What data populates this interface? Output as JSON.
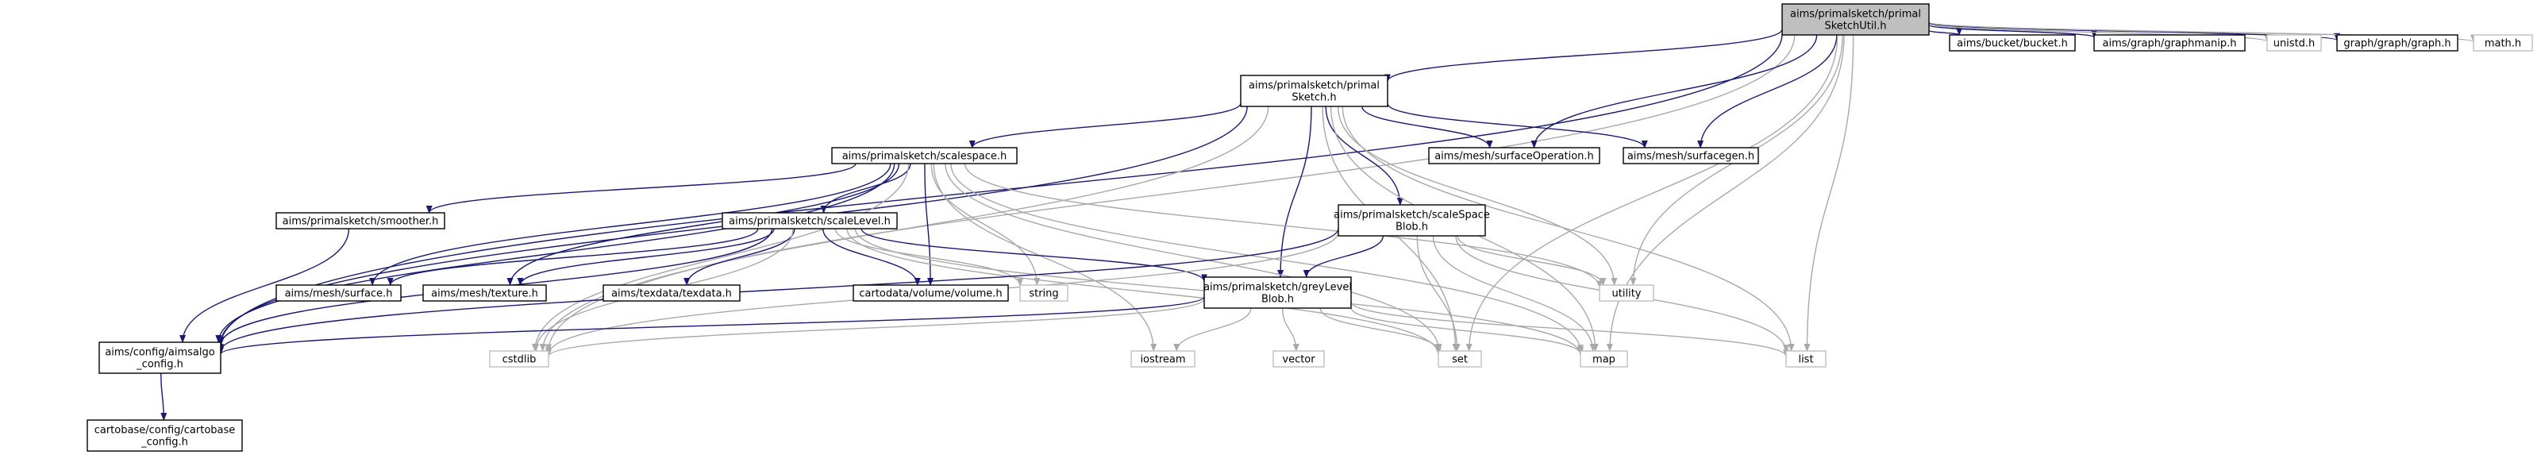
{
  "colors": {
    "edge": "#191970",
    "edge_system": "#a9a9a9",
    "node_border": "#000000",
    "node_system_border": "#bfbfbf",
    "node_root_fill": "#bfbfbf",
    "node_fill": "#ffffff",
    "text_system": "#666666"
  },
  "nodes": [
    {
      "id": "root",
      "lines": [
        "aims/primalsketch/primal",
        "SketchUtil.h"
      ],
      "kind": "root"
    },
    {
      "id": "primalsketch",
      "lines": [
        "aims/primalsketch/primal",
        "Sketch.h"
      ],
      "kind": "local"
    },
    {
      "id": "scalespace",
      "lines": [
        "aims/primalsketch/scalespace.h"
      ],
      "kind": "local"
    },
    {
      "id": "scalespaceblob",
      "lines": [
        "aims/primalsketch/scaleSpace",
        "Blob.h"
      ],
      "kind": "local"
    },
    {
      "id": "scalelevel",
      "lines": [
        "aims/primalsketch/scaleLevel.h"
      ],
      "kind": "local"
    },
    {
      "id": "smoother",
      "lines": [
        "aims/primalsketch/smoother.h"
      ],
      "kind": "local"
    },
    {
      "id": "greylevelblob",
      "lines": [
        "aims/primalsketch/greyLevel",
        "Blob.h"
      ],
      "kind": "local"
    },
    {
      "id": "aimsalgo_config",
      "lines": [
        "aims/config/aimsalgo",
        "_config.h"
      ],
      "kind": "local"
    },
    {
      "id": "cartobase_config",
      "lines": [
        "cartobase/config/cartobase",
        "_config.h"
      ],
      "kind": "local"
    },
    {
      "id": "surface",
      "lines": [
        "aims/mesh/surface.h"
      ],
      "kind": "local"
    },
    {
      "id": "texture",
      "lines": [
        "aims/mesh/texture.h"
      ],
      "kind": "local"
    },
    {
      "id": "texdata",
      "lines": [
        "aims/texdata/texdata.h"
      ],
      "kind": "local"
    },
    {
      "id": "volume",
      "lines": [
        "cartodata/volume/volume.h"
      ],
      "kind": "local"
    },
    {
      "id": "surfaceoperation",
      "lines": [
        "aims/mesh/surfaceOperation.h"
      ],
      "kind": "local"
    },
    {
      "id": "surfacegen",
      "lines": [
        "aims/mesh/surfacegen.h"
      ],
      "kind": "local"
    },
    {
      "id": "bucket",
      "lines": [
        "aims/bucket/bucket.h"
      ],
      "kind": "local"
    },
    {
      "id": "graphmanip",
      "lines": [
        "aims/graph/graphmanip.h"
      ],
      "kind": "local"
    },
    {
      "id": "graph",
      "lines": [
        "graph/graph/graph.h"
      ],
      "kind": "local"
    },
    {
      "id": "unistd",
      "lines": [
        "unistd.h"
      ],
      "kind": "system"
    },
    {
      "id": "math",
      "lines": [
        "math.h"
      ],
      "kind": "system"
    },
    {
      "id": "string",
      "lines": [
        "string"
      ],
      "kind": "system"
    },
    {
      "id": "utility",
      "lines": [
        "utility"
      ],
      "kind": "system"
    },
    {
      "id": "cstdlib",
      "lines": [
        "cstdlib"
      ],
      "kind": "system"
    },
    {
      "id": "iostream",
      "lines": [
        "iostream"
      ],
      "kind": "system"
    },
    {
      "id": "vector",
      "lines": [
        "vector"
      ],
      "kind": "system"
    },
    {
      "id": "set",
      "lines": [
        "set"
      ],
      "kind": "system"
    },
    {
      "id": "map",
      "lines": [
        "map"
      ],
      "kind": "system"
    },
    {
      "id": "list",
      "lines": [
        "list"
      ],
      "kind": "system"
    }
  ],
  "edges": [
    [
      "root",
      "primalsketch"
    ],
    [
      "root",
      "aimsalgo_config"
    ],
    [
      "root",
      "cstdlib"
    ],
    [
      "root",
      "surfaceoperation"
    ],
    [
      "root",
      "surfacegen"
    ],
    [
      "root",
      "bucket"
    ],
    [
      "root",
      "graphmanip"
    ],
    [
      "root",
      "unistd"
    ],
    [
      "root",
      "graph"
    ],
    [
      "root",
      "math"
    ],
    [
      "root",
      "utility"
    ],
    [
      "root",
      "set"
    ],
    [
      "root",
      "map"
    ],
    [
      "root",
      "list"
    ],
    [
      "primalsketch",
      "scalespace"
    ],
    [
      "primalsketch",
      "aimsalgo_config"
    ],
    [
      "primalsketch",
      "cstdlib"
    ],
    [
      "primalsketch",
      "surfaceoperation"
    ],
    [
      "primalsketch",
      "surfacegen"
    ],
    [
      "primalsketch",
      "scalespaceblob"
    ],
    [
      "primalsketch",
      "greylevelblob"
    ],
    [
      "primalsketch",
      "set"
    ],
    [
      "primalsketch",
      "map"
    ],
    [
      "primalsketch",
      "list"
    ],
    [
      "primalsketch",
      "utility"
    ],
    [
      "scalespace",
      "smoother"
    ],
    [
      "scalespace",
      "scalelevel"
    ],
    [
      "scalespace",
      "aimsalgo_config"
    ],
    [
      "scalespace",
      "surface"
    ],
    [
      "scalespace",
      "texture"
    ],
    [
      "scalespace",
      "volume"
    ],
    [
      "scalespace",
      "string"
    ],
    [
      "scalespace",
      "iostream"
    ],
    [
      "scalespace",
      "set"
    ],
    [
      "scalespace",
      "map"
    ],
    [
      "scalespace",
      "utility"
    ],
    [
      "scalespace",
      "cstdlib"
    ],
    [
      "smoother",
      "aimsalgo_config"
    ],
    [
      "scalelevel",
      "surface"
    ],
    [
      "scalelevel",
      "texture"
    ],
    [
      "scalelevel",
      "texdata"
    ],
    [
      "scalelevel",
      "volume"
    ],
    [
      "scalelevel",
      "string"
    ],
    [
      "scalelevel",
      "greylevelblob"
    ],
    [
      "scalelevel",
      "aimsalgo_config"
    ],
    [
      "scalelevel",
      "cstdlib"
    ],
    [
      "scalelevel",
      "set"
    ],
    [
      "scalelevel",
      "map"
    ],
    [
      "scalespaceblob",
      "greylevelblob"
    ],
    [
      "scalespaceblob",
      "aimsalgo_config"
    ],
    [
      "scalespaceblob",
      "cstdlib"
    ],
    [
      "scalespaceblob",
      "set"
    ],
    [
      "scalespaceblob",
      "map"
    ],
    [
      "scalespaceblob",
      "list"
    ],
    [
      "scalespaceblob",
      "utility"
    ],
    [
      "greylevelblob",
      "aimsalgo_config"
    ],
    [
      "greylevelblob",
      "iostream"
    ],
    [
      "greylevelblob",
      "vector"
    ],
    [
      "greylevelblob",
      "set"
    ],
    [
      "greylevelblob",
      "map"
    ],
    [
      "greylevelblob",
      "list"
    ],
    [
      "greylevelblob",
      "cstdlib"
    ],
    [
      "aimsalgo_config",
      "cartobase_config"
    ]
  ]
}
